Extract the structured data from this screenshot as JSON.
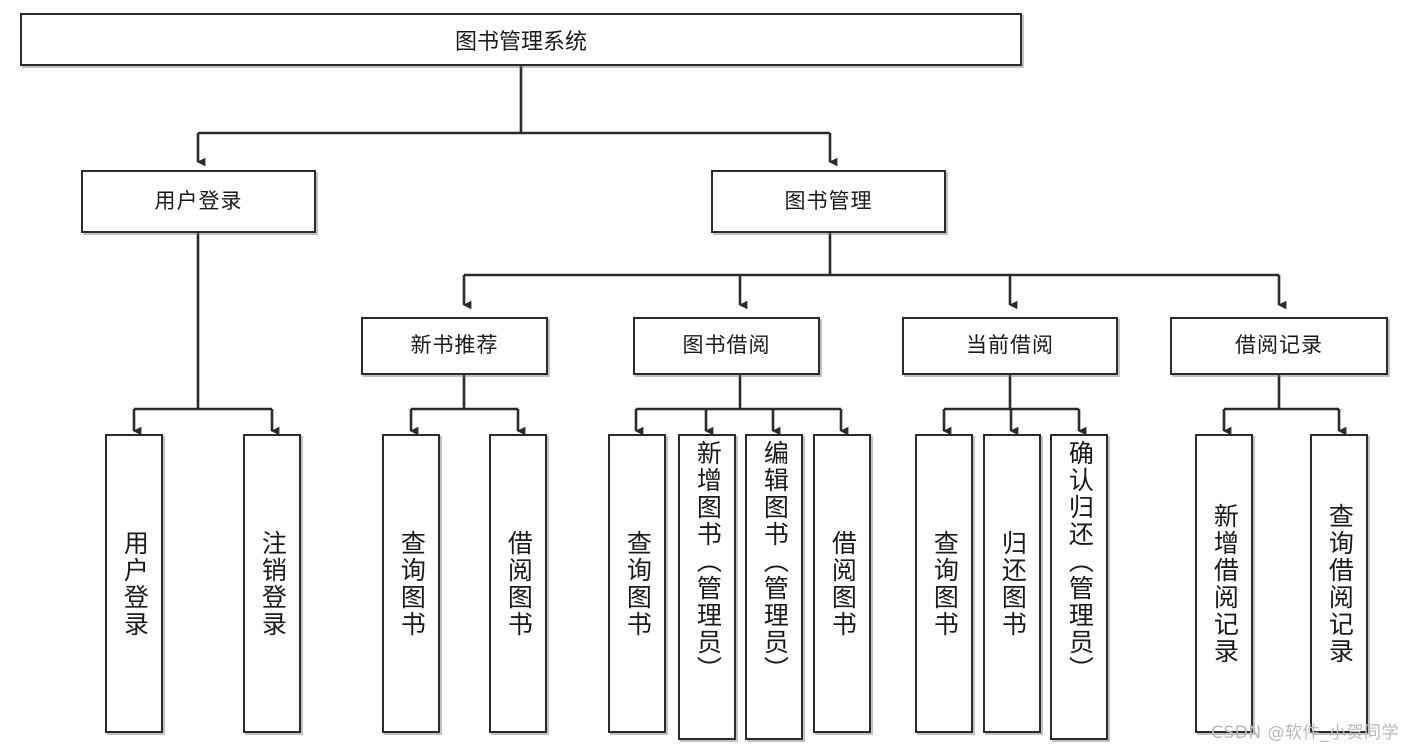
{
  "diagram": {
    "title": "图书管理系统",
    "type": "tree-structure-chart",
    "watermark": "CSDN @软件_小贺同学",
    "colors": {
      "box_border": "#2b2b2b",
      "box_fill": "#ffffff",
      "edge": "#2b2b2b",
      "text": "#1a1a1a",
      "watermark": "#b9b9b9",
      "background": "#ffffff"
    }
  },
  "root": {
    "label": "图书管理系统"
  },
  "level2": [
    {
      "id": "user-login",
      "label": "用户登录"
    },
    {
      "id": "book-manage",
      "label": "图书管理"
    }
  ],
  "level3": [
    {
      "id": "new-book-recommend",
      "label": "新书推荐"
    },
    {
      "id": "book-borrow",
      "label": "图书借阅"
    },
    {
      "id": "current-borrow",
      "label": "当前借阅"
    },
    {
      "id": "borrow-record",
      "label": "借阅记录"
    }
  ],
  "leaves": {
    "user_login": [
      {
        "id": "leaf-user-login",
        "label": "用户登录"
      },
      {
        "id": "leaf-logout-login",
        "label": "注销登录"
      }
    ],
    "new_book_recommend": [
      {
        "id": "leaf-query-book-1",
        "label": "查询图书"
      },
      {
        "id": "leaf-borrow-book-1",
        "label": "借阅图书"
      }
    ],
    "book_borrow": [
      {
        "id": "leaf-query-book-2",
        "label": "查询图书"
      },
      {
        "id": "leaf-add-book-admin",
        "label": "新增图书（管理员）"
      },
      {
        "id": "leaf-edit-book-admin",
        "label": "编辑图书（管理员）"
      },
      {
        "id": "leaf-borrow-book-2",
        "label": "借阅图书"
      }
    ],
    "current_borrow": [
      {
        "id": "leaf-query-book-3",
        "label": "查询图书"
      },
      {
        "id": "leaf-return-book",
        "label": "归还图书"
      },
      {
        "id": "leaf-confirm-return-admin",
        "label": "确认归还（管理员）"
      }
    ],
    "borrow_record": [
      {
        "id": "leaf-add-borrow-record",
        "label": "新增借阅记录"
      },
      {
        "id": "leaf-query-borrow-record",
        "label": "查询借阅记录"
      }
    ]
  }
}
